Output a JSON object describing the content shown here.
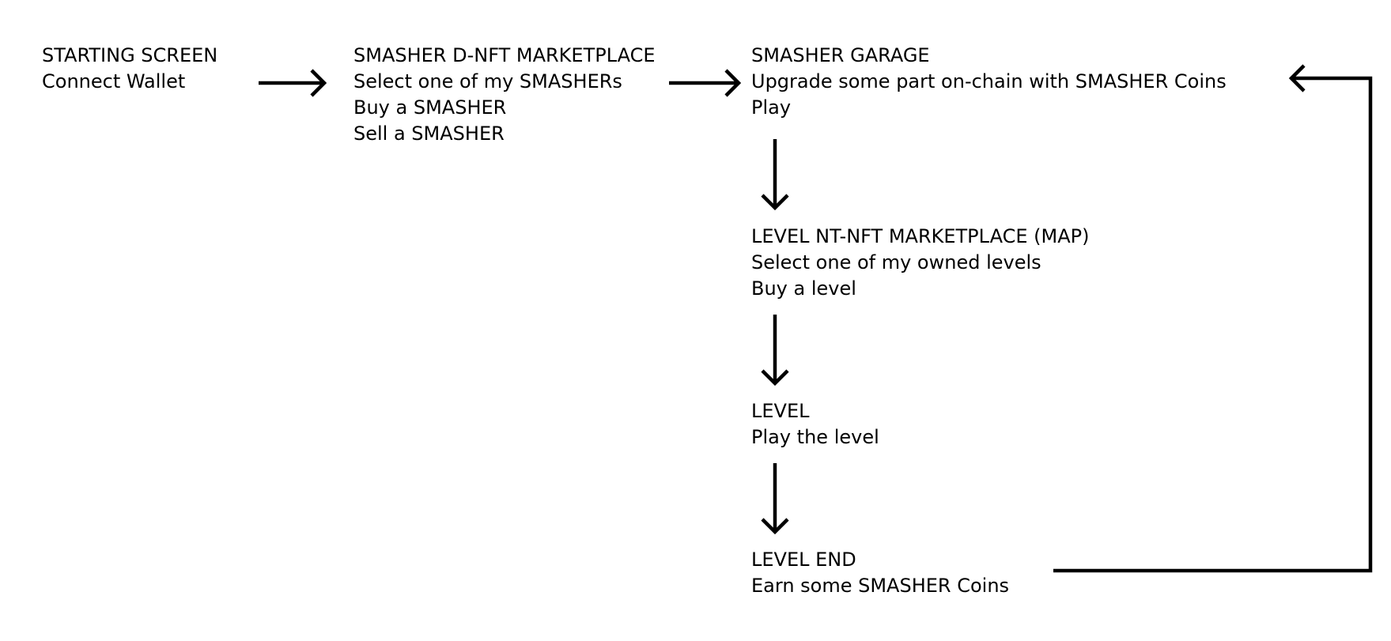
{
  "nodes": {
    "starting_screen": {
      "title": "STARTING SCREEN",
      "lines": [
        "Connect Wallet"
      ]
    },
    "smasher_marketplace": {
      "title": "SMASHER D-NFT MARKETPLACE",
      "lines": [
        "Select one of my SMASHERs",
        "Buy a SMASHER",
        "Sell a SMASHER"
      ]
    },
    "smasher_garage": {
      "title": "SMASHER GARAGE",
      "lines": [
        "Upgrade some part on-chain with SMASHER Coins",
        "Play"
      ]
    },
    "level_marketplace": {
      "title": "LEVEL NT-NFT MARKETPLACE (MAP)",
      "lines": [
        "Select one of my owned levels",
        "Buy a level"
      ]
    },
    "level": {
      "title": "LEVEL",
      "lines": [
        "Play the level"
      ]
    },
    "level_end": {
      "title": "LEVEL END",
      "lines": [
        "Earn some SMASHER Coins"
      ]
    }
  },
  "edges": [
    {
      "from": "starting_screen",
      "to": "smasher_marketplace",
      "direction": "right"
    },
    {
      "from": "smasher_marketplace",
      "to": "smasher_garage",
      "direction": "right"
    },
    {
      "from": "smasher_garage",
      "to": "level_marketplace",
      "direction": "down"
    },
    {
      "from": "level_marketplace",
      "to": "level",
      "direction": "down"
    },
    {
      "from": "level",
      "to": "level_end",
      "direction": "down"
    },
    {
      "from": "level_end",
      "to": "smasher_garage",
      "direction": "loop-back"
    }
  ],
  "colors": {
    "text": "#000000",
    "arrow": "#000000",
    "background": "#ffffff"
  }
}
